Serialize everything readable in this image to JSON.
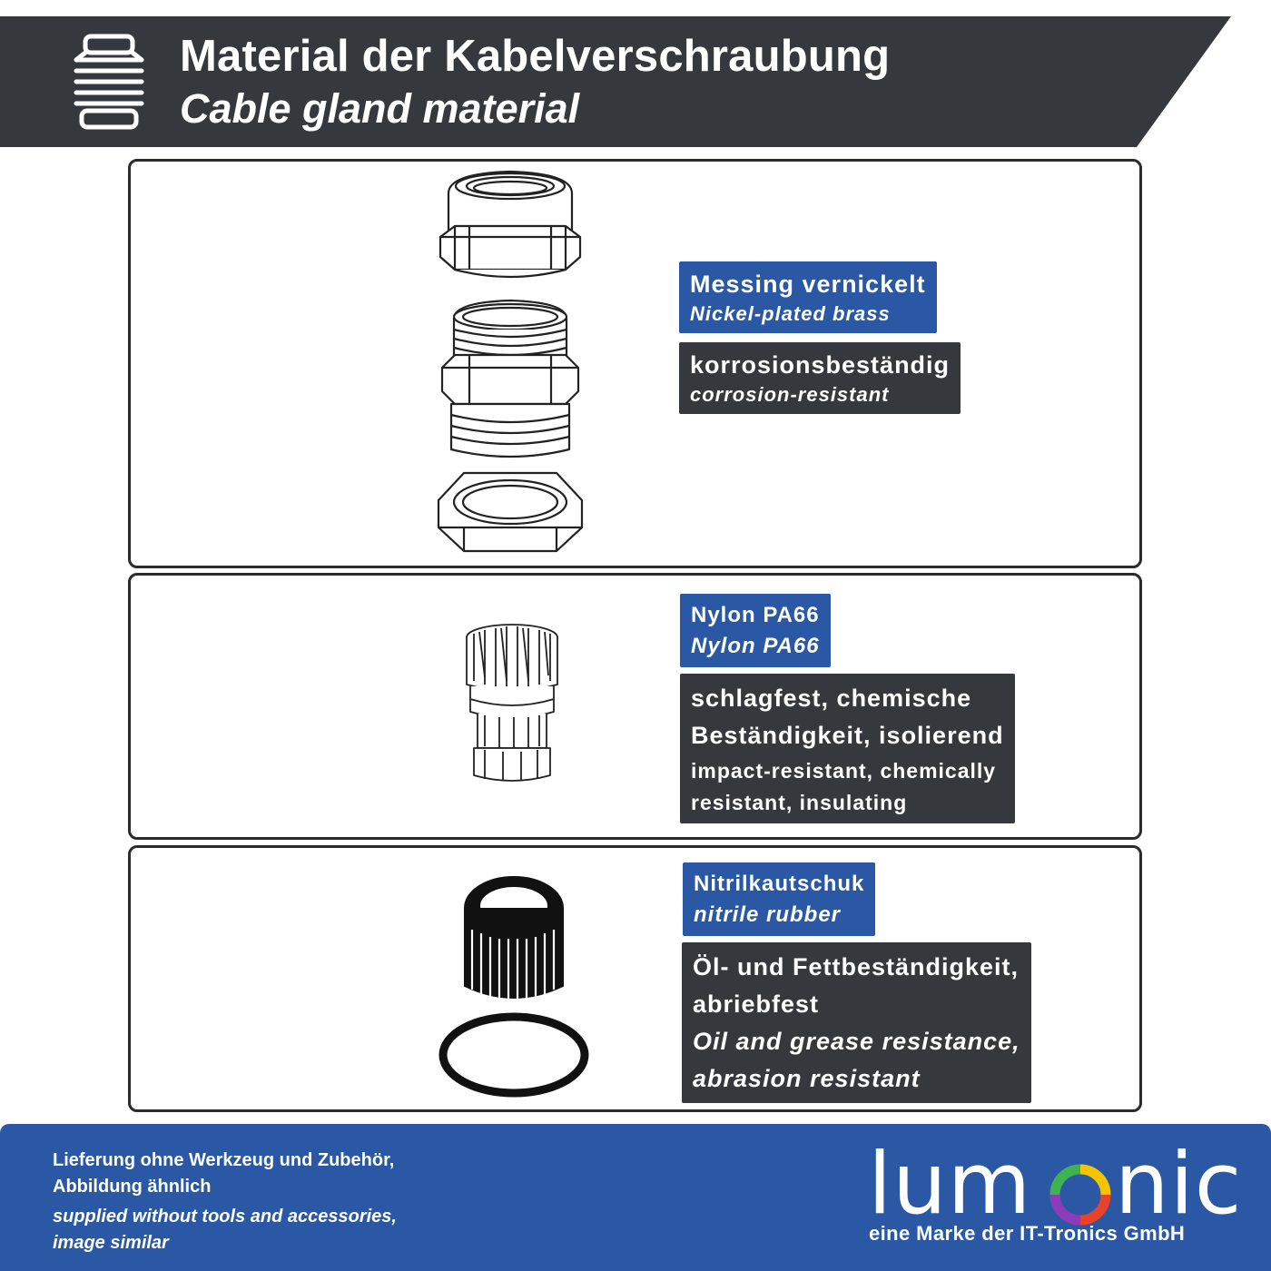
{
  "header": {
    "icon": "cable-gland-icon",
    "title": "Material der Kabelverschraubung",
    "subtitle": "Cable gland material"
  },
  "panels": [
    {
      "icon": "metal-cable-gland-parts-icon",
      "material": {
        "de": "Messing vernickelt",
        "en": "Nickel-plated brass"
      },
      "property": {
        "de": "korrosionsbeständig",
        "en": "corrosion-resistant"
      }
    },
    {
      "icon": "nylon-clamping-insert-icon",
      "material": {
        "de": "Nylon PA66",
        "en": "Nylon PA66"
      },
      "property": {
        "de_line1": "schlagfest, chemische",
        "de_line2": "Beständigkeit, isolierend",
        "en_line1": "impact-resistant, chemically",
        "en_line2": "resistant, insulating"
      }
    },
    {
      "icon": "rubber-seal-and-o-ring-icon",
      "material": {
        "de": "Nitrilkautschuk",
        "en": "nitrile rubber"
      },
      "property": {
        "de_line1": "Öl- und Fettbeständigkeit,",
        "de_line2": "abriebfest",
        "en_line1": "Oil and grease resistance,",
        "en_line2": "abrasion resistant"
      }
    }
  ],
  "footer": {
    "note_de_line1": "Lieferung ohne Werkzeug und Zubehör,",
    "note_de_line2": "Abbildung ähnlich",
    "note_en_line1": "supplied without tools and accessories,",
    "note_en_line2": "image similar",
    "logo_left": "lum",
    "logo_right": "nic",
    "tagline": "eine Marke der IT-Tronics GmbH"
  },
  "colors": {
    "header_bg": "#35383c",
    "material_tag": "#2a58a4",
    "property_tag": "#35383c",
    "footer_bg": "#2a58a4"
  }
}
